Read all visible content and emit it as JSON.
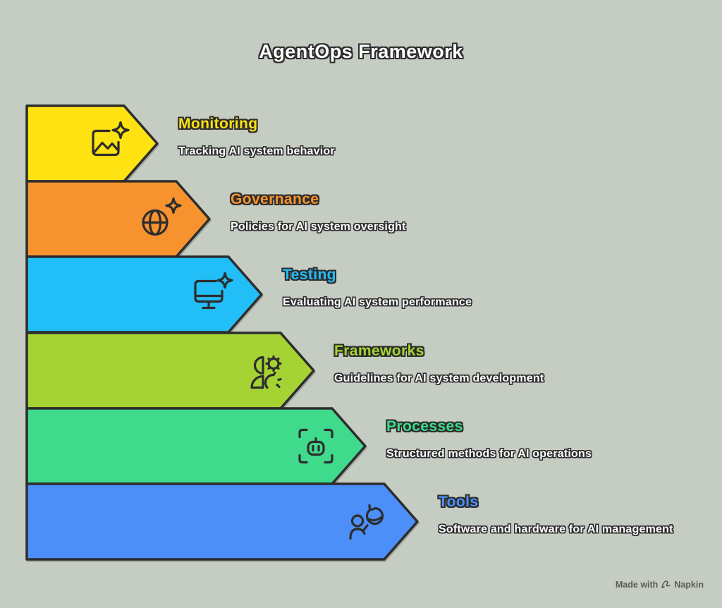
{
  "title": "AgentOps Framework",
  "background_color": "#c5ccc2",
  "outline_color": "#2d2d2d",
  "rows": [
    {
      "title": "Monitoring",
      "description": "Tracking AI system behavior",
      "color": "#FFE211",
      "icon": "image-sparkle-icon"
    },
    {
      "title": "Governance",
      "description": "Policies for AI system oversight",
      "color": "#F6932E",
      "icon": "globe-sparkle-icon"
    },
    {
      "title": "Testing",
      "description": "Evaluating AI system performance",
      "color": "#22BEF7",
      "icon": "monitor-sparkle-icon"
    },
    {
      "title": "Frameworks",
      "description": "Guidelines for AI system development",
      "color": "#A5D334",
      "icon": "person-gears-icon"
    },
    {
      "title": "Processes",
      "description": "Structured methods for AI operations",
      "color": "#40DA8D",
      "icon": "robot-scan-icon"
    },
    {
      "title": "Tools",
      "description": "Software and hardware for AI management",
      "color": "#4C8FF8",
      "icon": "user-sync-icon"
    }
  ],
  "watermark": {
    "prefix": "Made with",
    "brand": "Napkin"
  }
}
